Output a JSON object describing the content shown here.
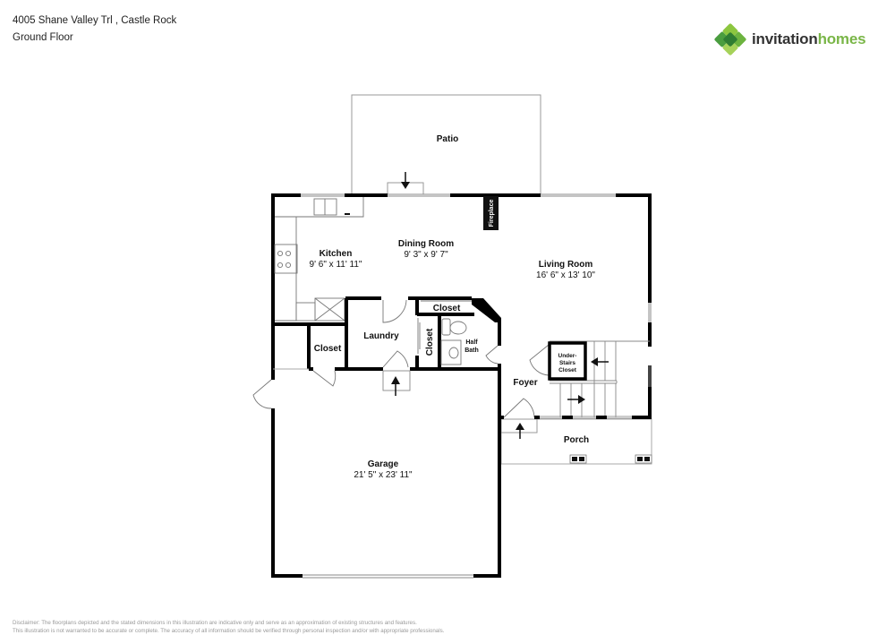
{
  "header": {
    "address": "4005 Shane Valley Trl , Castle Rock",
    "floor": "Ground Floor"
  },
  "logo": {
    "brand_part1": "invitation",
    "brand_part2": "homes",
    "icon": "clover-logo-icon",
    "colors": {
      "dark": "#333333",
      "green": "#7ab648",
      "green_dark": "#3e8e3e"
    }
  },
  "rooms": {
    "patio": {
      "name": "Patio"
    },
    "kitchen": {
      "name": "Kitchen",
      "dims": "9' 6\" x 11' 11\""
    },
    "dining": {
      "name": "Dining Room",
      "dims": "9' 3\" x 9' 7\""
    },
    "living": {
      "name": "Living Room",
      "dims": "16' 6\" x 13' 10\""
    },
    "fireplace": {
      "name": "Fireplace"
    },
    "laundry": {
      "name": "Laundry"
    },
    "closet_left": {
      "name": "Closet"
    },
    "closet_top": {
      "name": "Closet"
    },
    "closet_vertical": {
      "name": "Closet"
    },
    "half_bath": {
      "line1": "Half",
      "line2": "Bath"
    },
    "under_stairs": {
      "line1": "Under-",
      "line2": "Stairs",
      "line3": "Closet"
    },
    "foyer": {
      "name": "Foyer"
    },
    "porch": {
      "name": "Porch"
    },
    "garage": {
      "name": "Garage",
      "dims": "21' 5\" x 23' 11\""
    }
  },
  "disclaimer": {
    "line1": "Disclaimer: The floorplans depicted and the stated dimensions in this illustration are indicative only and serve as an approximation of existing structures and features.",
    "line2": "This illustration is not warranted to be accurate or complete. The accuracy of all information should be verified through personal inspection and/or with appropriate professionals."
  }
}
